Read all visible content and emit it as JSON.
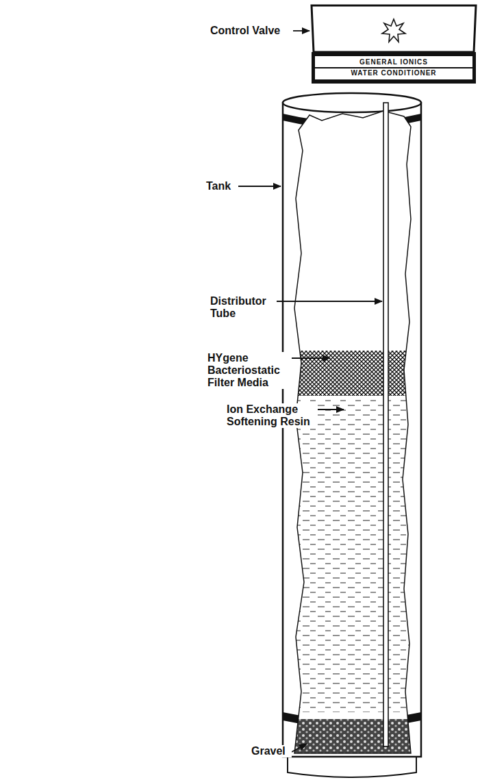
{
  "diagram": {
    "nodes": [
      {
        "text": [
          "GENERAL IONICS",
          "WATER CONDITIONER"
        ]
      }
    ],
    "labels": [
      "Control Valve",
      "Tank",
      "Distributor Tube",
      "HYgene Bacteriostatic Filter Media",
      "Ion Exchange Softening Resin",
      "Gravel"
    ]
  }
}
